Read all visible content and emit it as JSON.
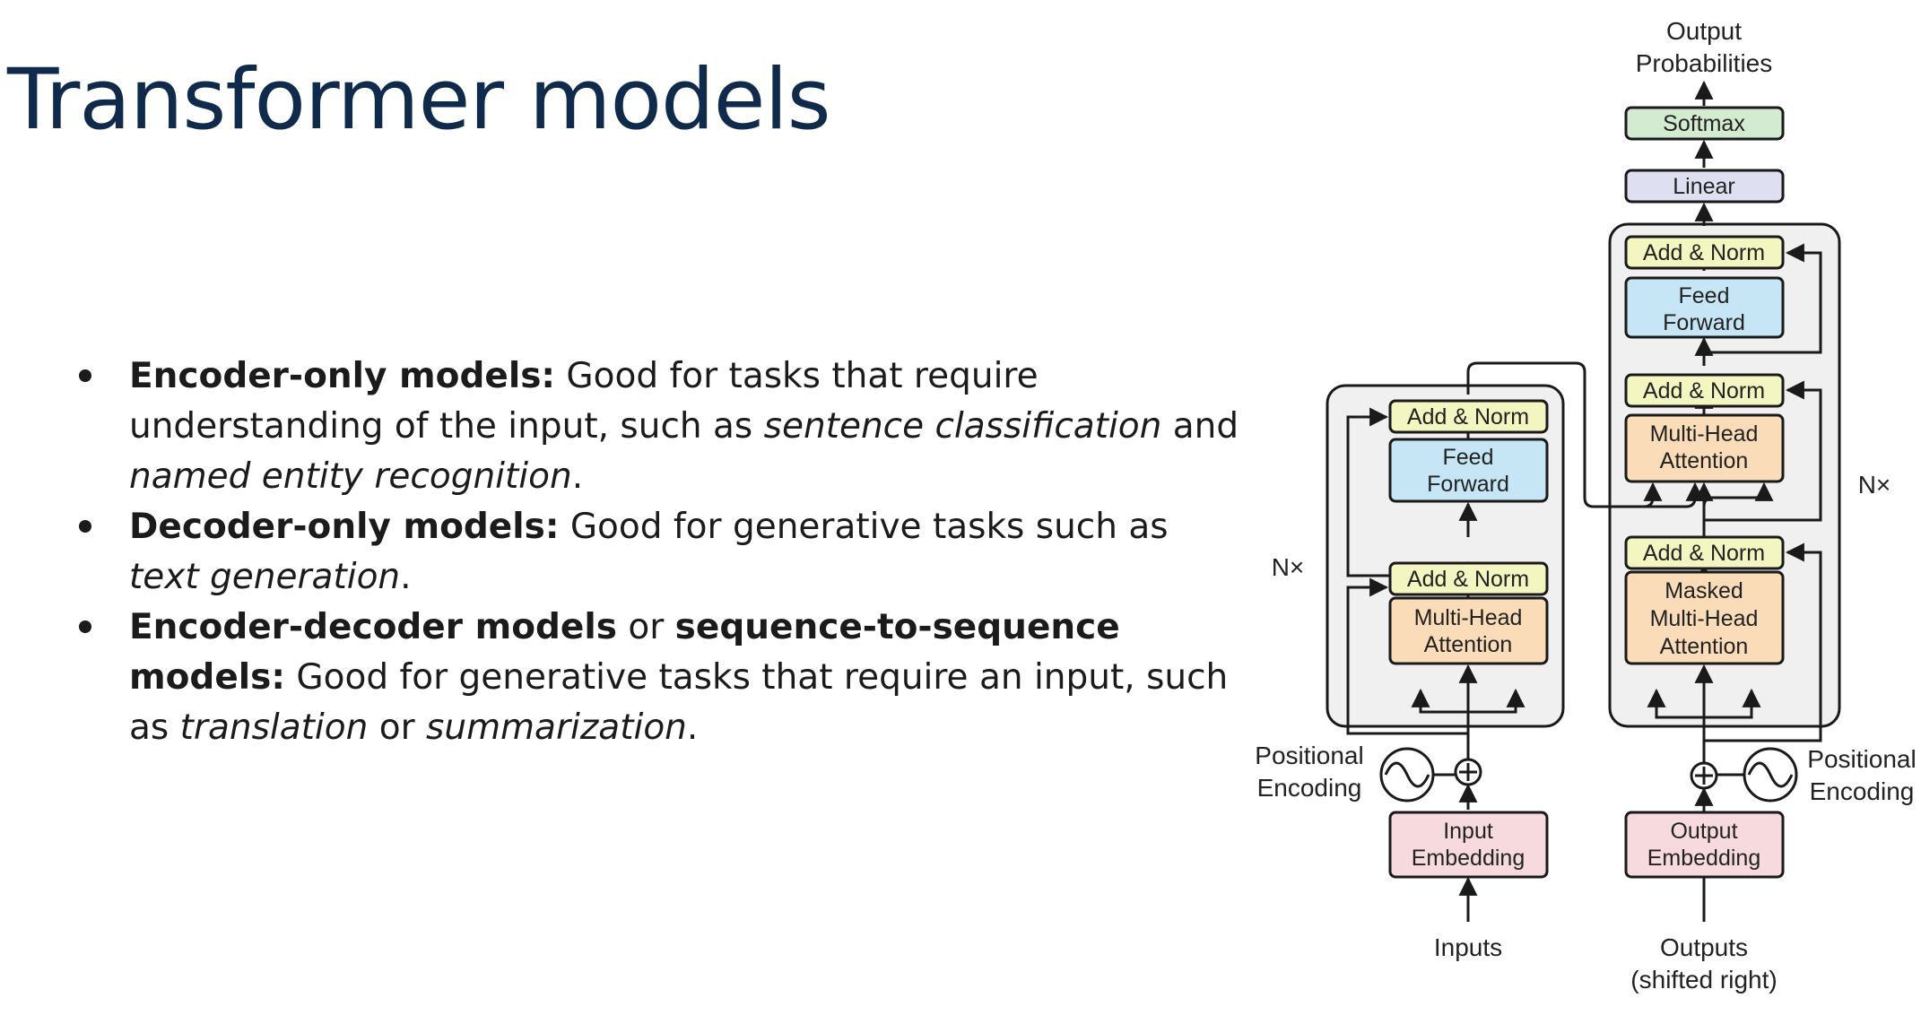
{
  "slide": {
    "title": "Transformer models",
    "bullets": [
      {
        "bold": "Encoder-only models:",
        "t1": " Good for tasks that require understanding of the input, such as ",
        "i1": "sentence classification",
        "t2": " and ",
        "i2": "named entity recognition",
        "t3": "."
      },
      {
        "bold": "Decoder-only models:",
        "t1": " Good for generative tasks such as ",
        "i1": "text generation",
        "t2": "."
      },
      {
        "bold": "Encoder-decoder models",
        "t1": " or ",
        "bold2": "sequence-to-sequence models:",
        "t2": " Good for generative tasks that require an input, such as ",
        "i1": "translation",
        "t3": " or ",
        "i2": "summarization",
        "t4": "."
      }
    ]
  },
  "diagram": {
    "colors": {
      "add_norm": "#f3f6c0",
      "feed_forward": "#c6e6f5",
      "attention": "#fbdcb8",
      "embedding": "#f7dadd",
      "linear": "#dedff1",
      "softmax": "#d3ebd0",
      "stack_bg": "#f0f0f0",
      "stroke": "#1a1a1a"
    },
    "labels": {
      "output_probabilities_1": "Output",
      "output_probabilities_2": "Probabilities",
      "softmax": "Softmax",
      "linear": "Linear",
      "add_norm": "Add & Norm",
      "feed_1": "Feed",
      "feed_2": "Forward",
      "mha_1": "Multi-Head",
      "mha_2": "Attention",
      "masked_1": "Masked",
      "masked_2": "Multi-Head",
      "masked_3": "Attention",
      "nx": "N×",
      "pos_enc_1": "Positional",
      "pos_enc_2": "Encoding",
      "input_emb_1": "Input",
      "input_emb_2": "Embedding",
      "output_emb_1": "Output",
      "output_emb_2": "Embedding",
      "inputs": "Inputs",
      "outputs_1": "Outputs",
      "outputs_2": "(shifted right)"
    }
  }
}
